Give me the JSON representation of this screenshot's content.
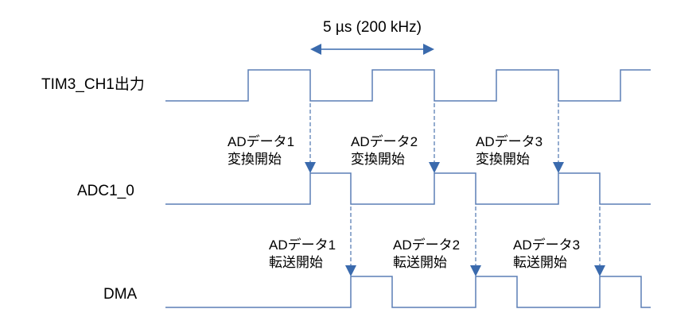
{
  "period_label": "5 µs (200 kHz)",
  "signals": [
    {
      "name": "TIM3_CH1出力"
    },
    {
      "name": "ADC1_0"
    },
    {
      "name": "DMA"
    }
  ],
  "adc_events": [
    {
      "line1": "ADデータ1",
      "line2": "変換開始"
    },
    {
      "line1": "ADデータ2",
      "line2": "変換開始"
    },
    {
      "line1": "ADデータ3",
      "line2": "変換開始"
    }
  ],
  "dma_events": [
    {
      "line1": "ADデータ1",
      "line2": "転送開始"
    },
    {
      "line1": "ADデータ2",
      "line2": "転送開始"
    },
    {
      "line1": "ADデータ3",
      "line2": "転送開始"
    }
  ],
  "colors": {
    "wave": "#5b7fb5",
    "arrow": "#3a6aad"
  }
}
